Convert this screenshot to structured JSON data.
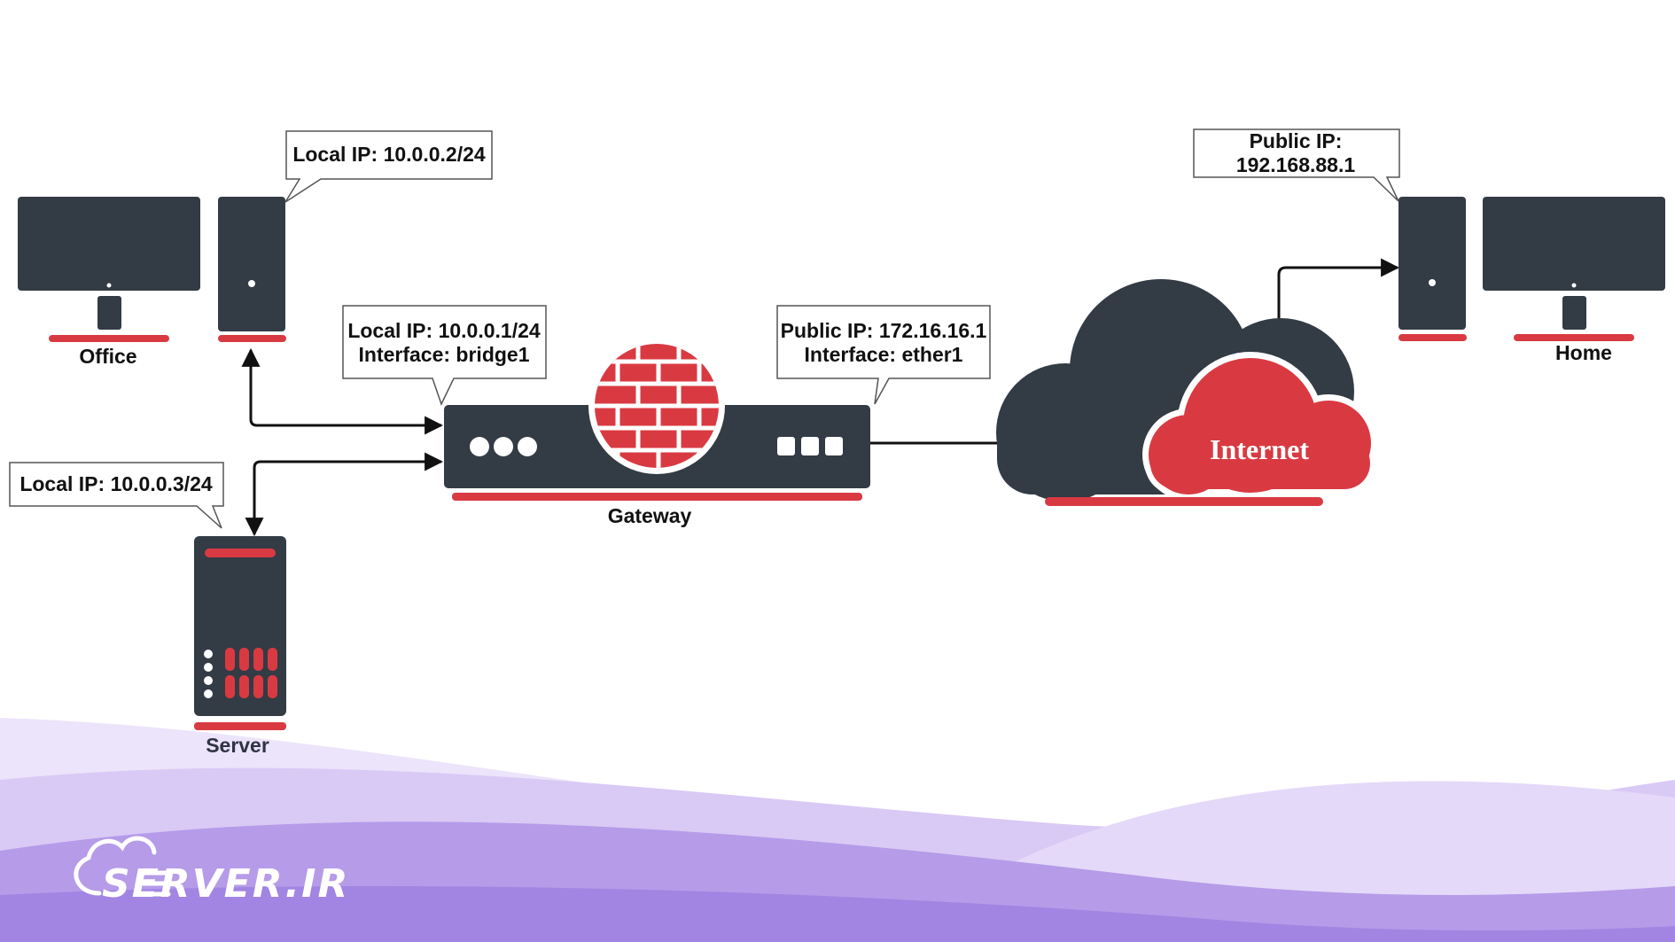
{
  "colors": {
    "device": "#333b45",
    "accent": "#d93a42",
    "line": "#111111",
    "wave_light": "#e7dcf8",
    "wave_mid": "#c6aef0",
    "wave_dark": "#a88ae4"
  },
  "nodes": {
    "office": {
      "caption": "Office"
    },
    "home": {
      "caption": "Home"
    },
    "server": {
      "caption": "Server"
    },
    "gateway": {
      "caption": "Gateway"
    },
    "internet": {
      "caption": "Internet"
    }
  },
  "callouts": {
    "office_pc": {
      "lines": [
        "Local IP: 10.0.0.2/24"
      ]
    },
    "gateway_local": {
      "lines": [
        "Local IP: 10.0.0.1/24",
        "Interface: bridge1"
      ]
    },
    "gateway_public": {
      "lines": [
        "Public IP: 172.16.16.1",
        "Interface: ether1"
      ]
    },
    "server": {
      "lines": [
        "Local IP: 10.0.0.3/24"
      ]
    },
    "home_pc": {
      "lines": [
        "Public IP:",
        "192.168.88.1"
      ]
    }
  },
  "logo": {
    "text": "SERVER.IR",
    "icon": "cloud-server-icon"
  }
}
